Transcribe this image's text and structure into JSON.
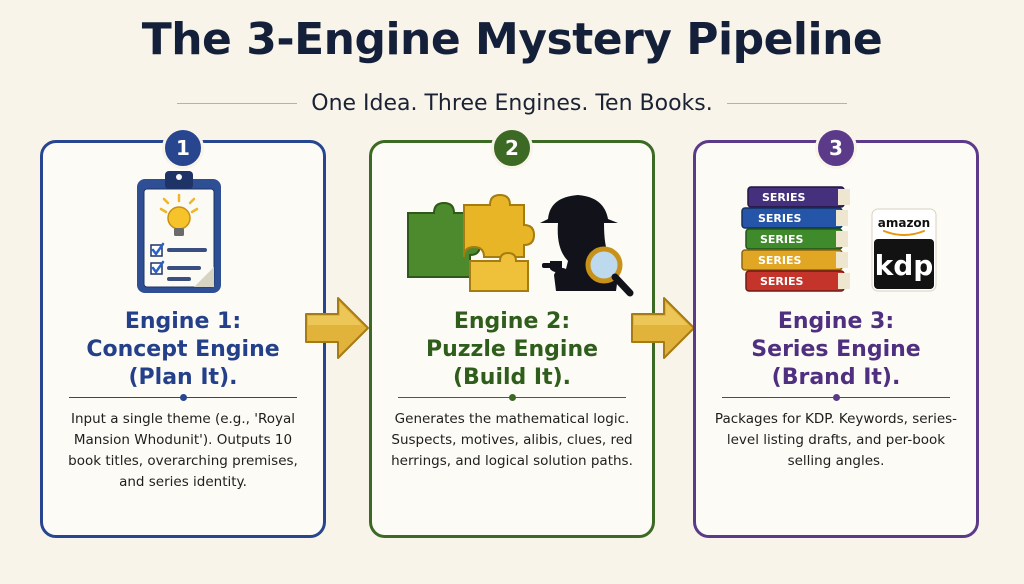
{
  "header": {
    "title": "The 3-Engine Mystery Pipeline",
    "subtitle": "One Idea. Three Engines. Ten Books."
  },
  "engines": [
    {
      "number": "1",
      "heading_line1": "Engine 1:",
      "heading_line2": "Concept Engine",
      "heading_line3": "(Plan It).",
      "description": "Input a single theme (e.g., 'Royal Mansion Whodunit'). Outputs 10 book titles, overarching premises, and series identity.",
      "color": "#27468f",
      "icon": "clipboard-lightbulb-icon"
    },
    {
      "number": "2",
      "heading_line1": "Engine 2:",
      "heading_line2": "Puzzle Engine",
      "heading_line3": "(Build It).",
      "description": "Generates the mathematical logic. Suspects, motives, alibis, clues, red herrings, and logical solution paths.",
      "color": "#3c6a24",
      "icon": "puzzle-detective-icon"
    },
    {
      "number": "3",
      "heading_line1": "Engine 3:",
      "heading_line2": "Series Engine",
      "heading_line3": "(Brand It).",
      "description": "Packages for KDP. Keywords, series-level listing drafts, and per-book selling angles.",
      "color": "#5b3a8a",
      "icon": "book-stack-kdp-icon",
      "book_spine_label": "SERIES",
      "kdp_logo_top": "amazon",
      "kdp_logo_main": "kdp"
    }
  ],
  "colors": {
    "arrow": "#e2b33a",
    "title": "#14203a",
    "background": "#f8f4ea"
  }
}
